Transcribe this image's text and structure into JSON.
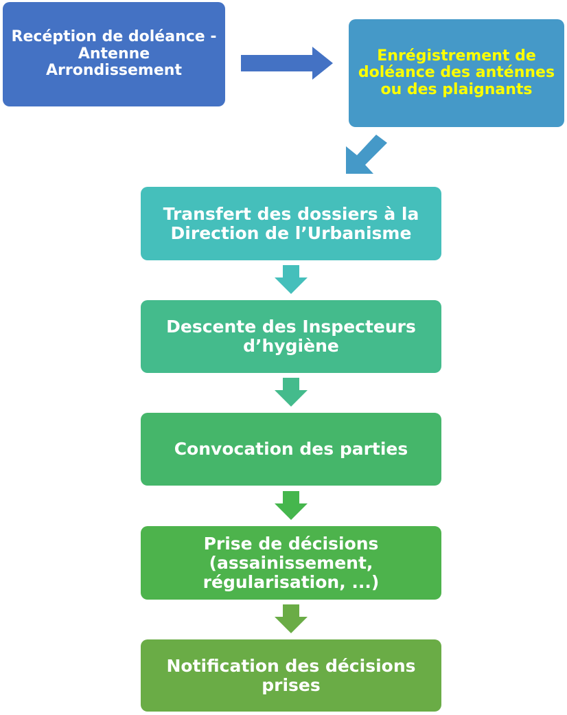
{
  "steps": {
    "reception": "Recéption de doléance - Antenne Arrondissement",
    "enregistrement": "Enrégistrement de doléance des anténnes ou des plaignants",
    "transfert": "Transfert des dossiers à la Direction de l’Urbanisme",
    "descente": "Descente des Inspecteurs d’hygiène",
    "convocation": "Convocation  des parties",
    "prise": "Prise de décisions (assainissement, régularisation, ...)",
    "notification": "Notification des décisions prises"
  },
  "colors": {
    "reception": "#4472c4",
    "enregistrement": "#4599c8",
    "enregistrement_text": "#ffff00",
    "transfert": "#45bfbb",
    "descente": "#44bb8c",
    "convocation": "#45b66a",
    "prise": "#4db34c",
    "notification": "#6aac46"
  }
}
